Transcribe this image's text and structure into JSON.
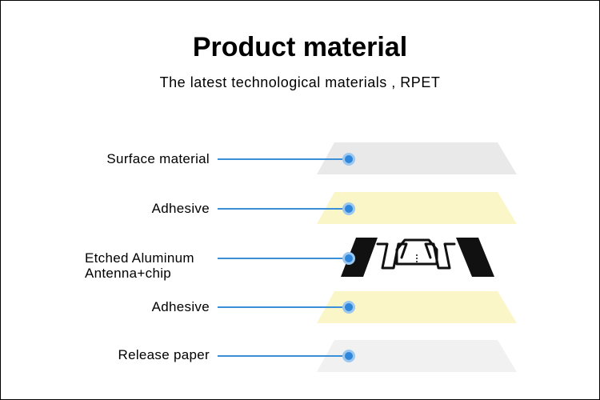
{
  "title": "Product material",
  "subtitle": "The latest technological materials , RPET",
  "layers": [
    {
      "label": "Surface material",
      "color": "#e9e9e9"
    },
    {
      "label": "Adhesive",
      "color": "#fbf6c8"
    },
    {
      "label_line1": "Etched Aluminum",
      "label_line2": "Antenna+chip",
      "color": "#111111"
    },
    {
      "label": "Adhesive",
      "color": "#fbf6c8"
    },
    {
      "label": "Release paper",
      "color": "#f1f1f1"
    }
  ],
  "leader_color": "#3a8fd8"
}
